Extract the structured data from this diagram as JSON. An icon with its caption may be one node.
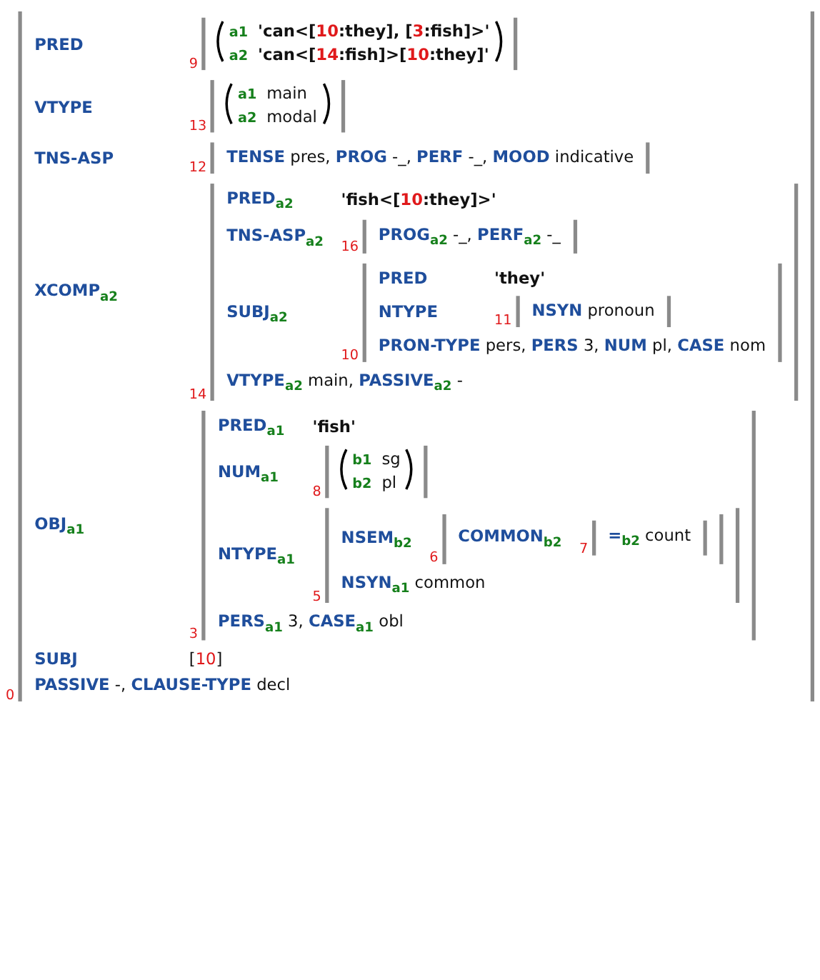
{
  "diagram": {
    "nodes": [
      {
        "text": [
          "PRED",
          "VTYPE",
          "TNS-ASP",
          "XCOMP$_{a2}$",
          "OBJ$_{a1}$",
          "SUBJ",
          "[10]",
          "**PASSIVE** -, **CLAUSE-TYPE** decl"
        ],
        "beside": [
          "0"
        ]
      },
      {
        "text": [
          "a1",
          "'can<[10:they], [3:fish]>'",
          "a2",
          "'can<[14:fish]>[10:they]'"
        ],
        "in": 0,
        "beside": [
          "9"
        ]
      },
      {
        "text": [
          "a1",
          "main",
          "a2",
          "modal"
        ],
        "in": 0,
        "beside": [
          "13"
        ]
      },
      {
        "text": [
          "**TENSE** pres, **PROG** -_, **PERF** -_, **MOOD** indicative"
        ],
        "in": 0,
        "beside": [
          "12"
        ]
      },
      {
        "text": [
          "PRED$_{a2}$",
          "'fish<[10:they]>'",
          "TNS-ASP$_{a2}$",
          "SUBJ$_{a2}$",
          "**VTYPE**$_{a2}$ main, **PASSIVE**$_{a2}$ -"
        ],
        "in": 0,
        "beside": [
          "14"
        ]
      },
      {
        "text": [
          "**PROG**$_{a2}$ -_, **PERF**$_{a2}$ -_"
        ],
        "in": 4,
        "beside": [
          "16"
        ]
      },
      {
        "text": [
          "PRED",
          "'they'",
          "NTYPE",
          "**PRON-TYPE** pers, **PERS** 3, **NUM** pl, **CASE** nom"
        ],
        "in": 4,
        "beside": [
          "10"
        ]
      },
      {
        "text": [
          "**NSYN** pronoun"
        ],
        "in": 6,
        "beside": [
          "11"
        ]
      },
      {
        "text": [
          "PRED$_{a1}$",
          "'fish'",
          "NUM$_{a1}$",
          "NTYPE$_{a1}$",
          "**PERS**$_{a1}$ 3, **CASE**$_{a1}$ obl"
        ],
        "in": 0,
        "beside": [
          "3"
        ]
      },
      {
        "text": [
          "b1",
          "sg",
          "b2",
          "pl"
        ],
        "in": 8,
        "beside": [
          "8"
        ]
      },
      {
        "text": [
          "NSEM$_{b2}$",
          "**NSYN**$_{a1}$ common"
        ],
        "in": 8,
        "beside": [
          "5"
        ]
      },
      {
        "text": [
          "COMMON$_{b2}$"
        ],
        "in": 10,
        "beside": [
          "6"
        ]
      },
      {
        "text": [
          "**=**$_{b2}$ count"
        ],
        "in": 11,
        "beside": [
          "7"
        ]
      }
    ]
  }
}
